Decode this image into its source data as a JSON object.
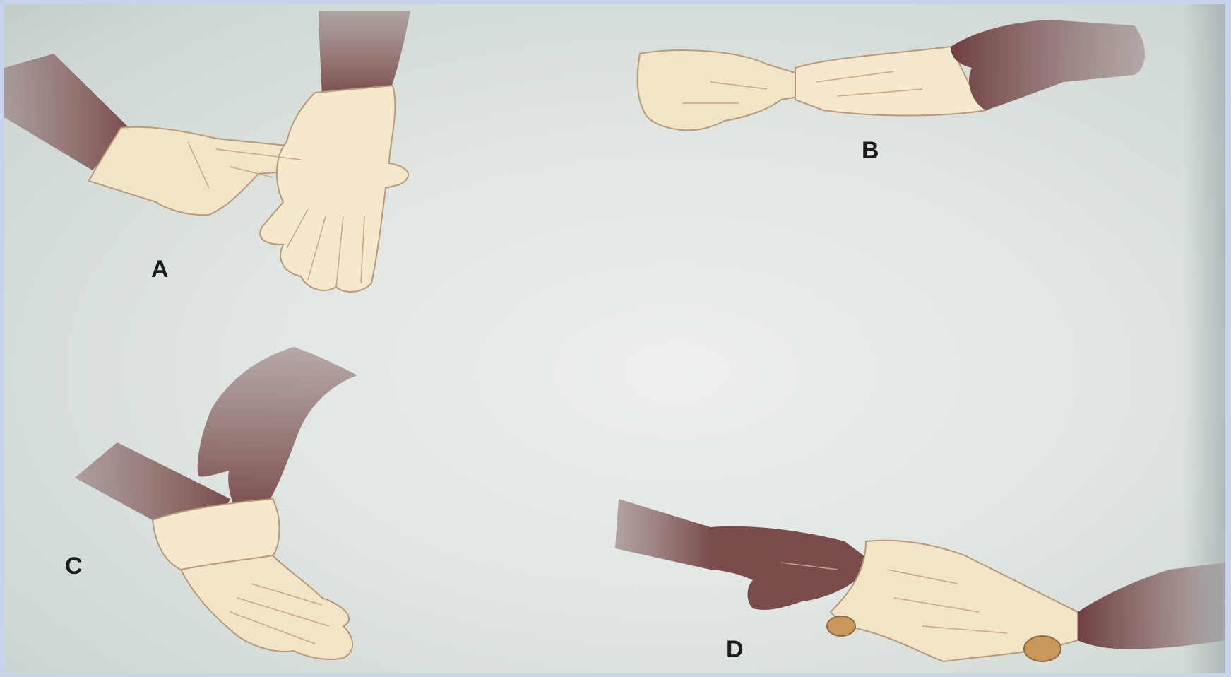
{
  "panels": [
    {
      "id": "A",
      "label": "A"
    },
    {
      "id": "B",
      "label": "B"
    },
    {
      "id": "C",
      "label": "C"
    },
    {
      "id": "D",
      "label": "D"
    }
  ],
  "colors": {
    "background": "#e3e8e4",
    "border": "#c9d2ec",
    "glove": "#f2e4c6",
    "glove_outline": "#b89a78",
    "skin": "#7a4d4c",
    "skin_light": "#9a7472",
    "label": "#1c1c1c"
  }
}
